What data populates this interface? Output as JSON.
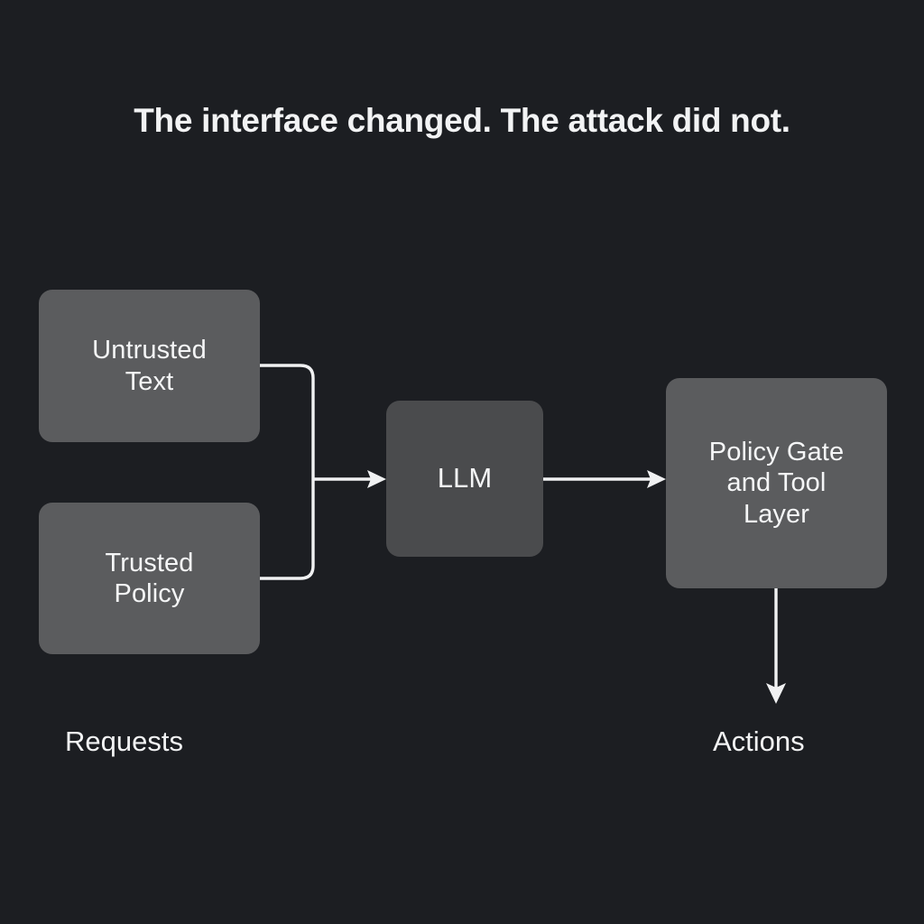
{
  "title": "The interface changed. The attack did not.",
  "theme": {
    "background": "#1c1e22",
    "node_fill": "#5b5c5e",
    "node_fill_alt": "#4a4b4d",
    "text_color": "#f5f6f7",
    "wire_color": "#f0f1f2"
  },
  "diagram": {
    "type": "flowchart",
    "nodes": [
      {
        "id": "untrusted_text",
        "label": "Untrusted\nText",
        "shape": "rounded-rect"
      },
      {
        "id": "trusted_policy",
        "label": "Trusted\nPolicy",
        "shape": "rounded-rect"
      },
      {
        "id": "llm",
        "label": "LLM",
        "shape": "rounded-rect"
      },
      {
        "id": "policy_gate",
        "label": "Policy Gate\nand Tool\nLayer",
        "shape": "rounded-rect"
      }
    ],
    "edges": [
      {
        "from": "untrusted_text",
        "to": "llm",
        "style": "elbow-merge",
        "arrow": true
      },
      {
        "from": "trusted_policy",
        "to": "llm",
        "style": "elbow-merge",
        "arrow": true
      },
      {
        "from": "llm",
        "to": "policy_gate",
        "style": "straight",
        "arrow": true
      },
      {
        "from": "policy_gate",
        "to": "actions",
        "style": "straight-down",
        "arrow": true
      }
    ],
    "captions": {
      "left": "Requests",
      "right": "Actions"
    }
  }
}
